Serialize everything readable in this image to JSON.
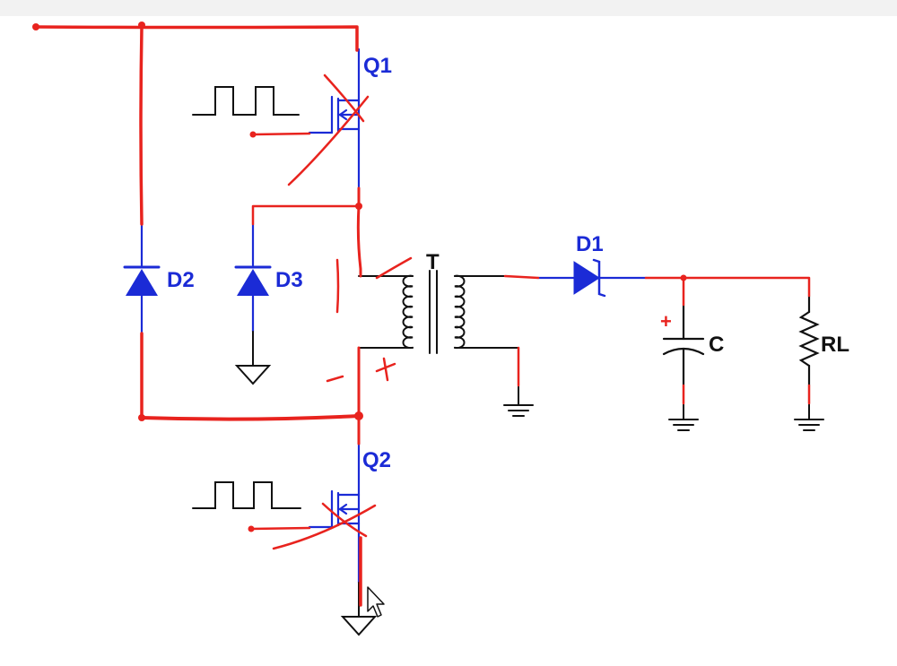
{
  "labels": {
    "q1": "Q1",
    "q2": "Q2",
    "t": "T",
    "d1": "D1",
    "d2": "D2",
    "d3": "D3",
    "c": "C",
    "rl": "RL",
    "c_polarity": "+"
  },
  "colors": {
    "schematic": "#1b2bd6",
    "annotation": "#e8231e",
    "wire_black": "#111111",
    "background": "#ffffff"
  },
  "icons": [
    "mouse-cursor-icon",
    "ground-icon",
    "pulse-waveform-icon"
  ]
}
